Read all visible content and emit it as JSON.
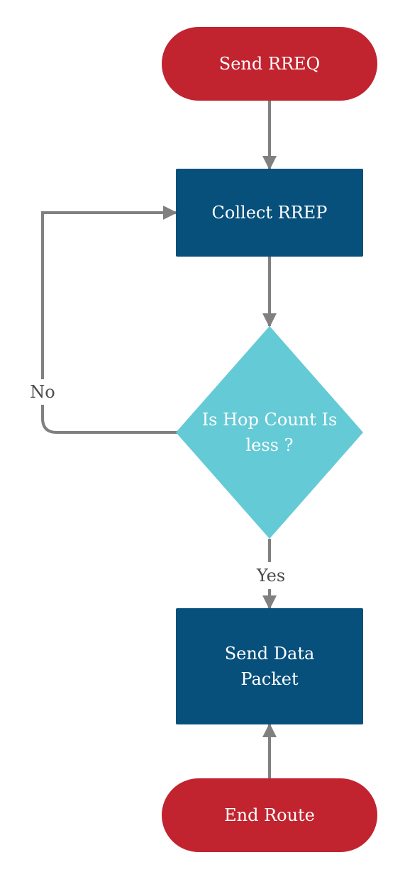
{
  "diagram": {
    "colors": {
      "terminal": "#c1232f",
      "process": "#07507b",
      "decision": "#64cad6",
      "connector": "#808080",
      "node_text": "#ffffff",
      "label_text": "#4a4a4a",
      "background": "#ffffff"
    },
    "nodes": {
      "send_rreq": {
        "shape": "terminal",
        "text": "Send RREQ"
      },
      "collect_rrep": {
        "shape": "process",
        "text": "Collect RREP"
      },
      "hop_decision": {
        "shape": "decision",
        "line1": "Is Hop Count Is",
        "line2": "less ?"
      },
      "send_data_packet": {
        "shape": "process",
        "line1": "Send Data",
        "line2": "Packet"
      },
      "end_route": {
        "shape": "terminal",
        "text": "End Route"
      }
    },
    "edges": {
      "send_rreq_to_collect": {
        "from": "send_rreq",
        "to": "collect_rrep"
      },
      "collect_to_decision": {
        "from": "collect_rrep",
        "to": "hop_decision"
      },
      "decision_no": {
        "from": "hop_decision",
        "to": "collect_rrep",
        "label": "No"
      },
      "decision_yes": {
        "from": "hop_decision",
        "to": "send_data_packet",
        "label": "Yes"
      },
      "end_route_to_packet": {
        "from": "end_route",
        "to": "send_data_packet"
      }
    }
  }
}
